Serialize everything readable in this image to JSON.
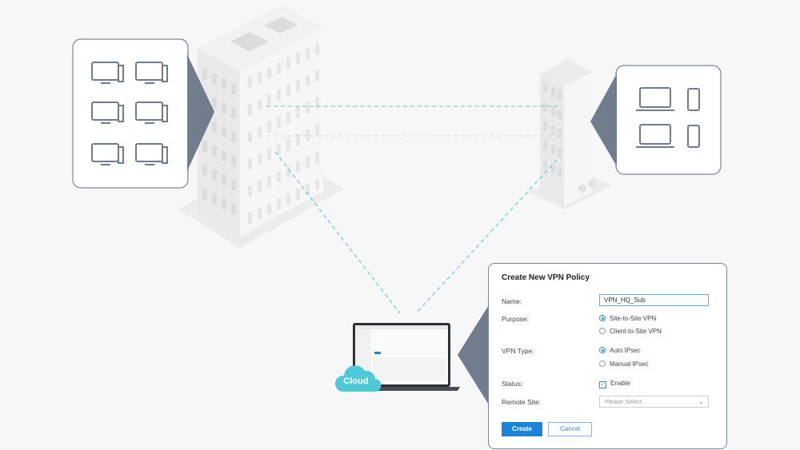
{
  "cloud": {
    "label": "Cloud"
  },
  "vpn_form": {
    "title": "Create New VPN Policy",
    "fields": {
      "name": {
        "label": "Name:",
        "value": "VPN_HQ_Sub"
      },
      "purpose": {
        "label": "Purpose:",
        "options": [
          "Site-to-Site VPN",
          "Client-to-Site VPN"
        ],
        "selected": "Site-to-Site VPN"
      },
      "vpn_type": {
        "label": "VPN Type:",
        "options": [
          "Auto IPsec",
          "Manual IPsec"
        ],
        "selected": "Auto IPsec"
      },
      "status": {
        "label": "Status:",
        "checkbox_label": "Enable",
        "checked": true
      },
      "remote_site": {
        "label": "Remote Site:",
        "placeholder": "Please Select..."
      }
    },
    "buttons": {
      "create": "Create",
      "cancel": "Cancel"
    }
  },
  "icons": {
    "hq_devices": [
      "desktop-icon",
      "desktop-icon",
      "desktop-icon",
      "desktop-icon",
      "desktop-icon",
      "desktop-icon"
    ],
    "branch_devices": [
      "laptop-icon",
      "phone-icon",
      "laptop-icon",
      "phone-icon"
    ]
  },
  "colors": {
    "accent": "#1a84d8",
    "link_line": "#5bc6d6",
    "panel_border": "#7a8698",
    "cloud": "#4fc8d8"
  }
}
